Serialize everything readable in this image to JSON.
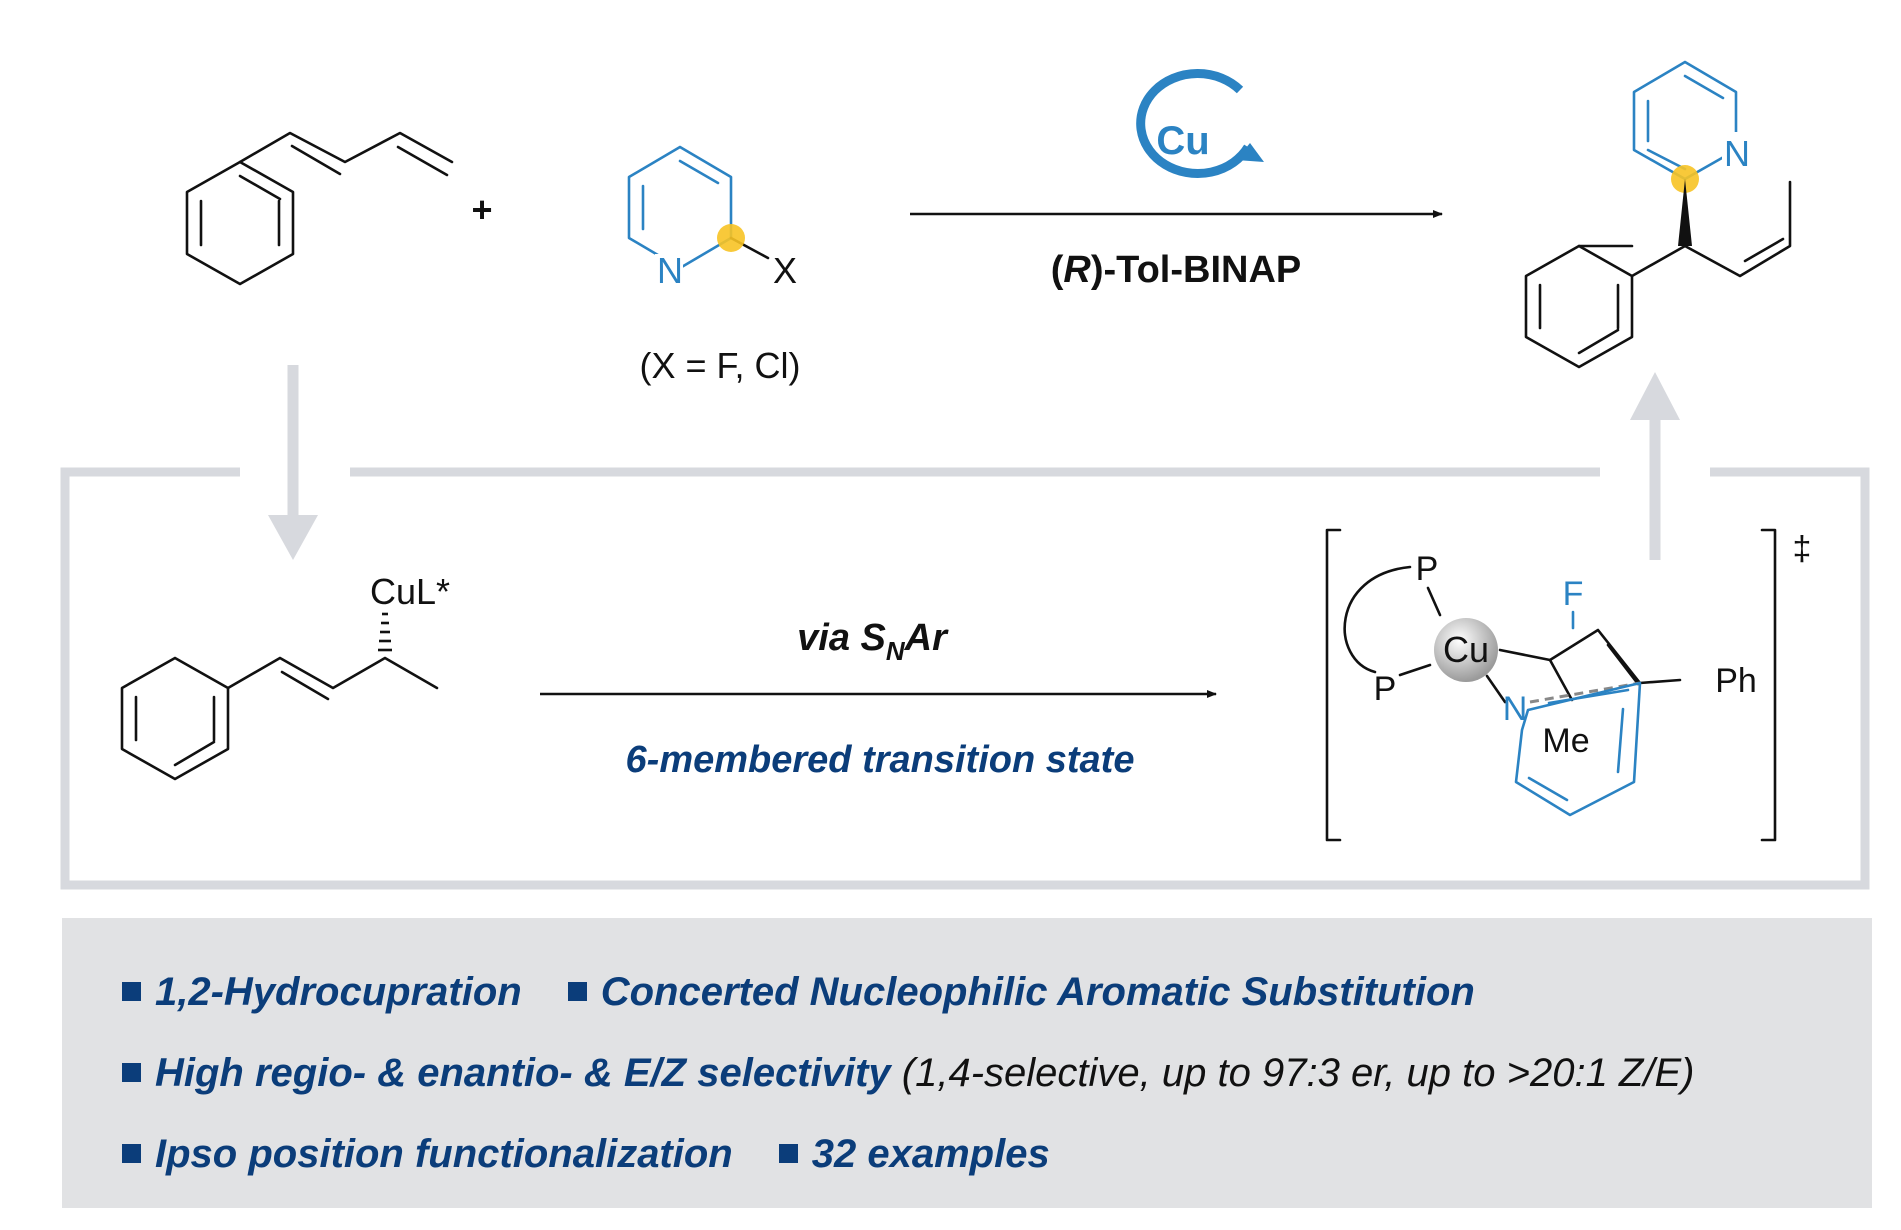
{
  "reagent_plus": "+",
  "catalyst_label": "Cu",
  "pyridine_N": "N",
  "leaving_group": "X",
  "leaving_group_note": "(X = F, Cl)",
  "ligand": {
    "paren_open": "(",
    "config": "R",
    "paren_close": ")",
    "name": "-Tol-BINAP"
  },
  "intermediate_label": "CuL*",
  "step": {
    "via": "via S",
    "via_sub": "N",
    "via_tail": "Ar",
    "ts_description": "6-membered transition state"
  },
  "ts": {
    "P_top": "P",
    "P_bottom": "P",
    "metal": "Cu",
    "F": "F",
    "N": "N",
    "Me": "Me",
    "Ph": "Ph",
    "dagger": "‡"
  },
  "colors": {
    "accent_blue": "#2b83c3",
    "text_navy": "#0b3d7a",
    "highlight": "#f7c325",
    "panel_grey": "#e1e2e4"
  },
  "features": {
    "row1": [
      {
        "text": "1,2-Hydrocupration"
      },
      {
        "text": "Concerted Nucleophilic Aromatic Substitution"
      }
    ],
    "row2": {
      "text": "High regio- & enantio- & E/Z selectivity",
      "note": "(1,4-selective, up to 97:3 er, up to >20:1 Z/E)"
    },
    "row3": [
      {
        "text": "Ipso position functionalization"
      },
      {
        "text": "32 examples"
      }
    ]
  }
}
